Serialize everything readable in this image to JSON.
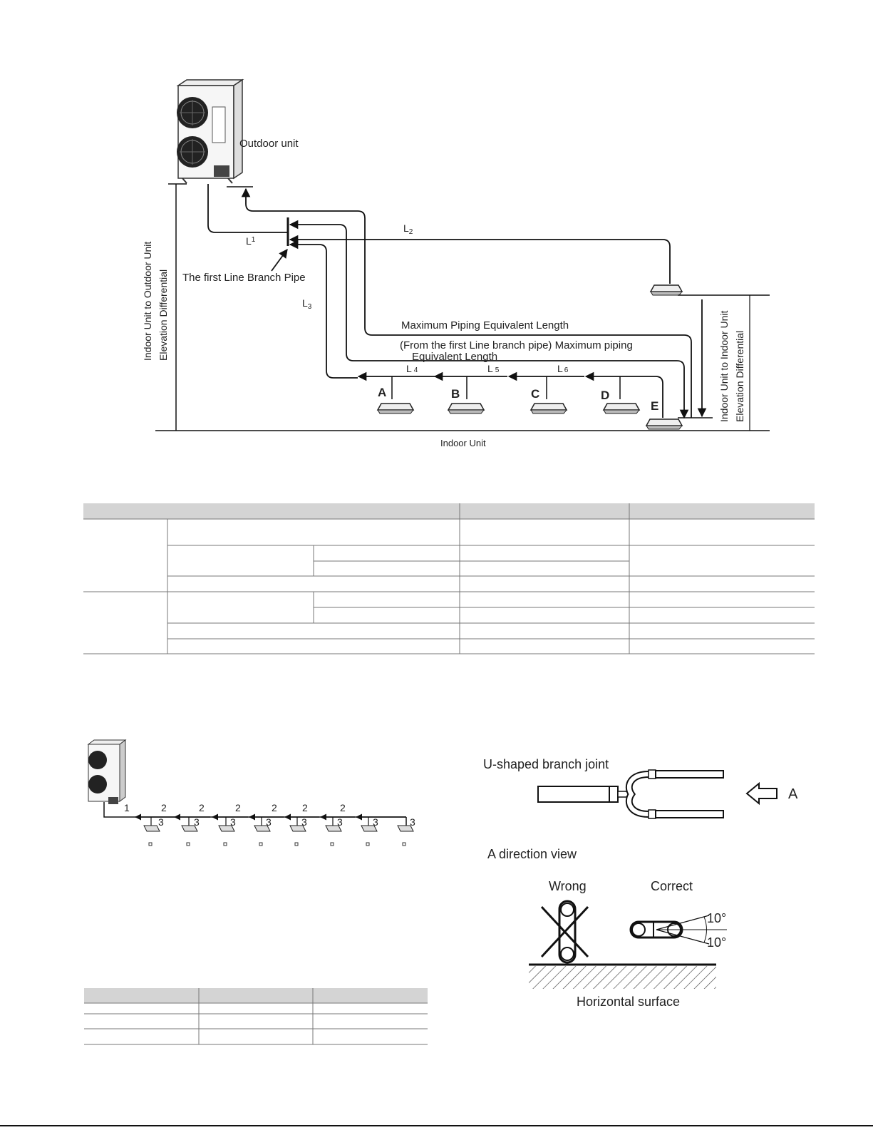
{
  "diagram1": {
    "outdoor_unit": "Outdoor unit",
    "l1": "L",
    "l1_sup": "1",
    "l2": "L",
    "l2_sub": "2",
    "l3": "L",
    "l3_sub": "3",
    "l4": "L",
    "l4_sub": "4",
    "l5": "L",
    "l5_sub": "5",
    "l6": "L",
    "l6_sub": "6",
    "first_branch_pipe": "The first Line Branch Pipe",
    "max_equiv_length": "Maximum Piping Equivalent Length",
    "from_first_branch_1": "(From the first Line branch pipe) Maximum piping",
    "from_first_branch_2": "Equivalent Length",
    "unit_a": "A",
    "unit_b": "B",
    "unit_c": "C",
    "unit_d": "D",
    "unit_e": "E",
    "indoor_unit": "Indoor Unit",
    "left_vertical_1": "Indoor Unit to Outdoor Unit",
    "left_vertical_2": "Elevation Differential",
    "right_vertical_1": "Indoor Unit to Indoor Unit",
    "right_vertical_2": "Elevation Differential"
  },
  "diagram2": {
    "labels_1": "1",
    "labels_2": "2",
    "labels_3": "3"
  },
  "diagram3": {
    "u_shaped": "U-shaped branch joint",
    "arrow_label": "A",
    "direction_view": "A direction view",
    "wrong": "Wrong",
    "correct": "Correct",
    "angle_top": "10°",
    "angle_bottom": "10°",
    "horizontal_surface": "Horizontal surface"
  },
  "colors": {
    "table_header": "#d4d4d4",
    "line": "#222222"
  }
}
